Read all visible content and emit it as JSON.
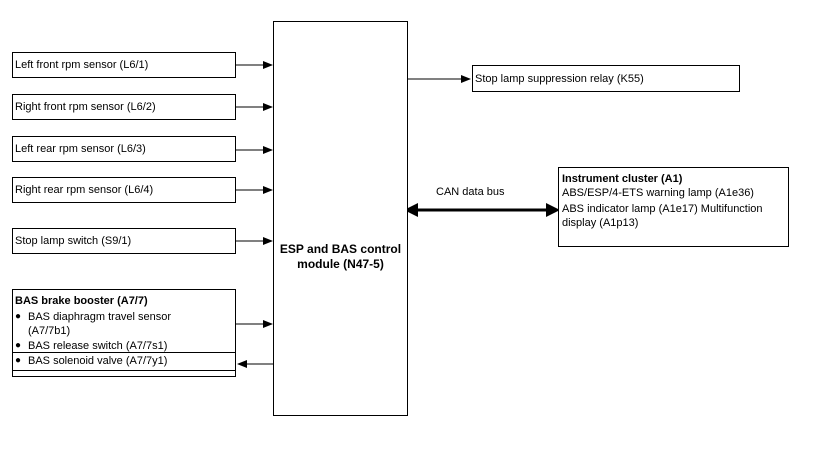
{
  "inputs": [
    {
      "label": "Left front rpm sensor (L6/1)"
    },
    {
      "label": "Right front rpm sensor (L6/2)"
    },
    {
      "label": "Left rear rpm sensor (L6/3)"
    },
    {
      "label": "Right rear rpm sensor (L6/4)"
    },
    {
      "label": "Stop lamp switch (S9/1)"
    }
  ],
  "bas": {
    "title": "BAS brake booster (A7/7)",
    "items": [
      {
        "bullet": "●",
        "text1": "BAS diaphragm travel sensor",
        "text2": "(A7/7b1)"
      },
      {
        "bullet": "●",
        "text": "BAS release switch (A7/7s1)"
      },
      {
        "bullet": "●",
        "text": "BAS solenoid valve (A7/7y1)"
      }
    ]
  },
  "module": {
    "line1": "ESP and BAS control",
    "line2": "module (N47-5)"
  },
  "relay": {
    "label": "Stop lamp suppression relay (K55)"
  },
  "cluster": {
    "title": "Instrument cluster (A1)",
    "line1": "ABS/ESP/4-ETS warning lamp (A1e36)",
    "line2": "ABS indicator lamp (A1e17) Multifunction",
    "line3": "display (A1p13)"
  },
  "bus": {
    "label": "CAN data bus"
  }
}
